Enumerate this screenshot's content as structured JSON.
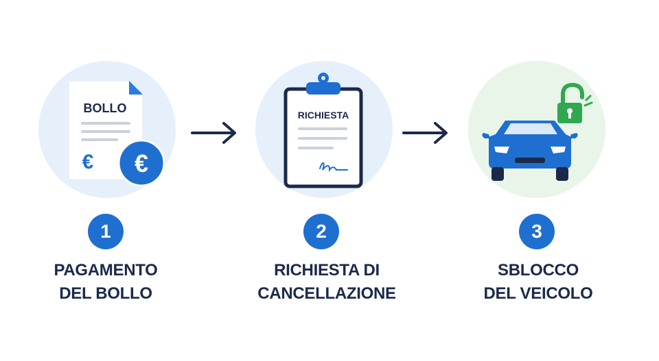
{
  "steps": [
    {
      "number": "1",
      "label_line1": "PAGAMENTO",
      "label_line2": "DEL BOLLO",
      "document_title": "BOLLO",
      "currency_symbol": "€",
      "icon": "tax-document-euro-icon",
      "bg_color": "#e6f0fb"
    },
    {
      "number": "2",
      "label_line1": "RICHIESTA DI",
      "label_line2": "CANCELLAZIONE",
      "document_title": "RICHIESTA",
      "icon": "clipboard-request-icon",
      "bg_color": "#e6f0fb"
    },
    {
      "number": "3",
      "label_line1": "SBLOCCO",
      "label_line2": "DEL VEICOLO",
      "icon": "car-unlocked-icon",
      "bg_color": "#e8f5e8"
    }
  ],
  "colors": {
    "accent_blue": "#1f6fd1",
    "text_dark": "#1b2a4a",
    "unlock_green": "#2fa84f"
  }
}
